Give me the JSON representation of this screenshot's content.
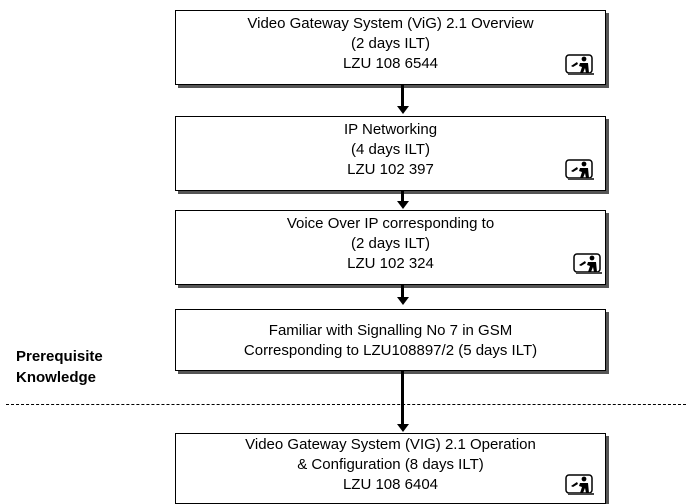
{
  "boxes": [
    {
      "title": "Video Gateway System (ViG) 2.1 Overview",
      "duration": "(2 days ILT)",
      "code": "LZU 108 6544",
      "icon": "instructor-led-training-icon"
    },
    {
      "title": "IP Networking",
      "duration": "(4 days ILT)",
      "code": "LZU 102 397",
      "icon": "instructor-led-training-icon"
    },
    {
      "title": "Voice Over IP corresponding to",
      "duration": "(2 days ILT)",
      "code": "LZU 102 324",
      "icon": "instructor-led-training-icon"
    },
    {
      "line1": "Familiar with Signalling No 7 in GSM",
      "line2": "Corresponding to LZU108897/2 (5 days ILT)"
    },
    {
      "line1": "Video Gateway System (VIG) 2.1 Operation",
      "line2": "& Configuration (8 days ILT)",
      "code": "LZU 108 6404",
      "icon": "instructor-led-training-icon"
    }
  ],
  "prerequisite_label": {
    "line1": "Prerequisite",
    "line2": "Knowledge"
  }
}
